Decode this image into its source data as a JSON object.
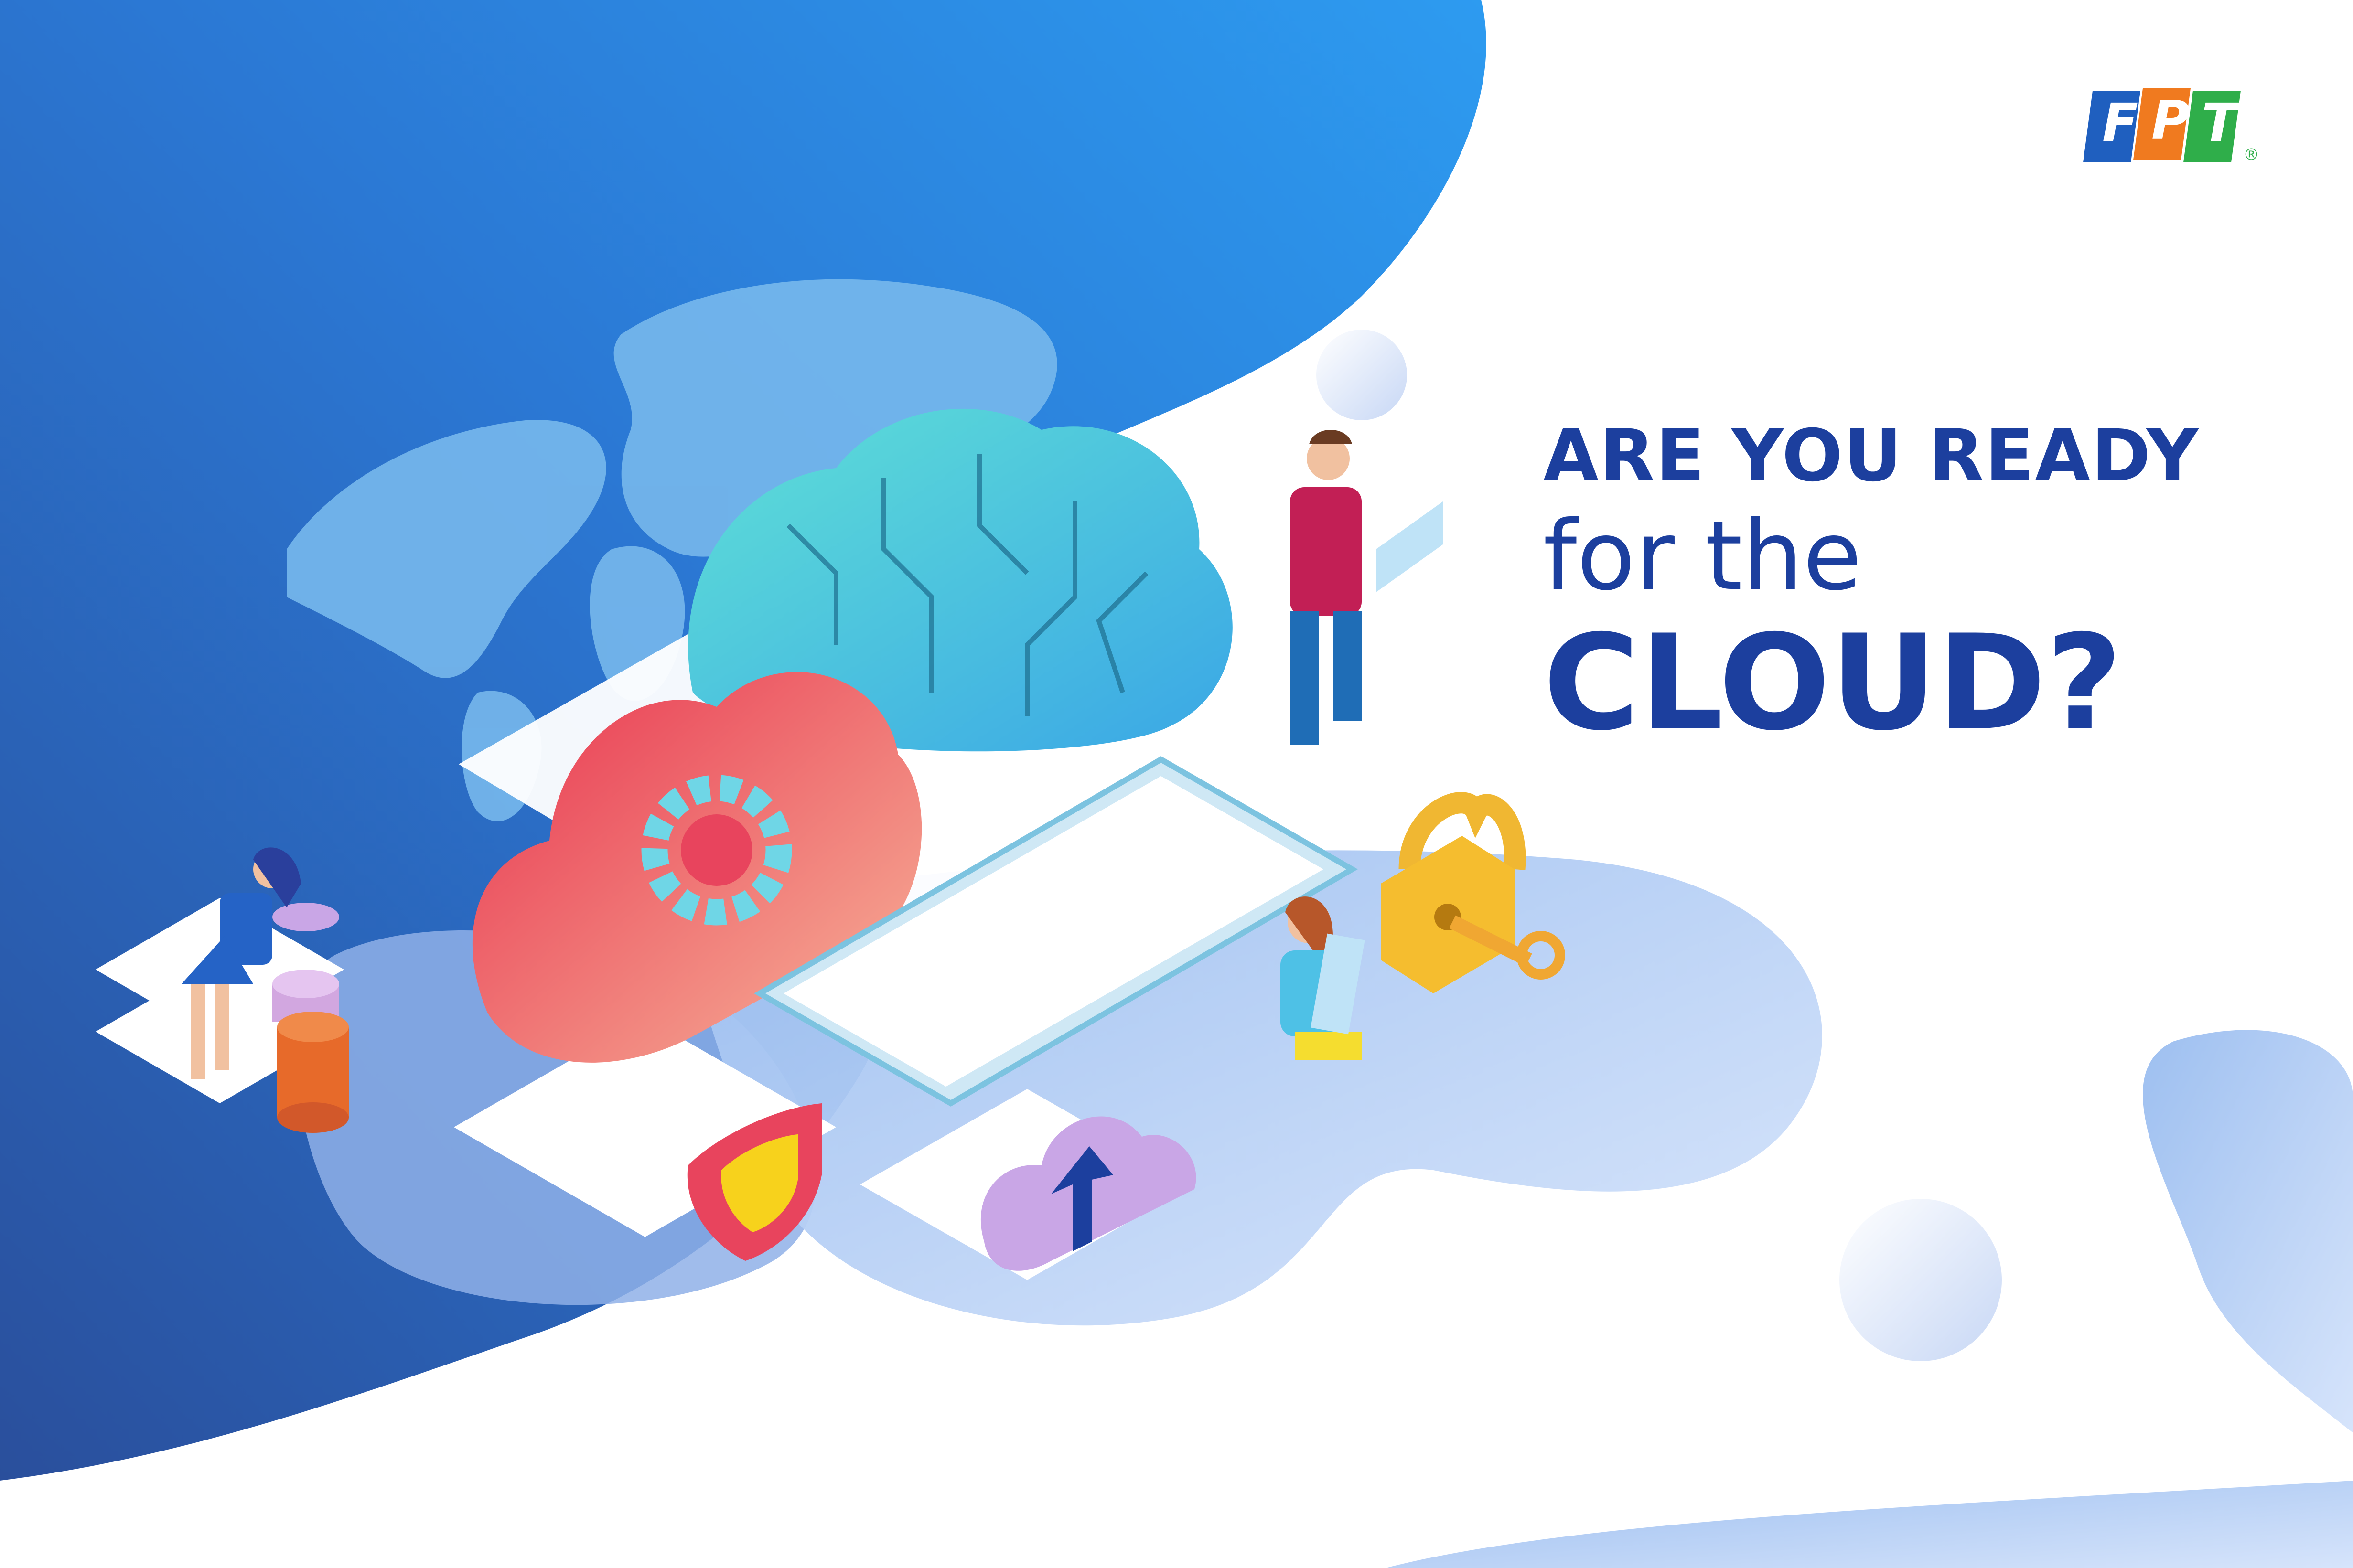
{
  "headline": {
    "line1": "ARE YOU READY",
    "line2": "for the",
    "line3": "CLOUD?"
  },
  "logo": {
    "letters": [
      "F",
      "P",
      "T"
    ],
    "registered": "®",
    "colors": [
      "#1f5fbf",
      "#f07a1f",
      "#2fae4a"
    ]
  },
  "colors": {
    "blob_dark": "#2a4f9c",
    "blob_light": "#2d9bf0",
    "headline": "#1c3f9e",
    "accent_pink": "#e8445d",
    "accent_teal": "#5fe0d6"
  }
}
